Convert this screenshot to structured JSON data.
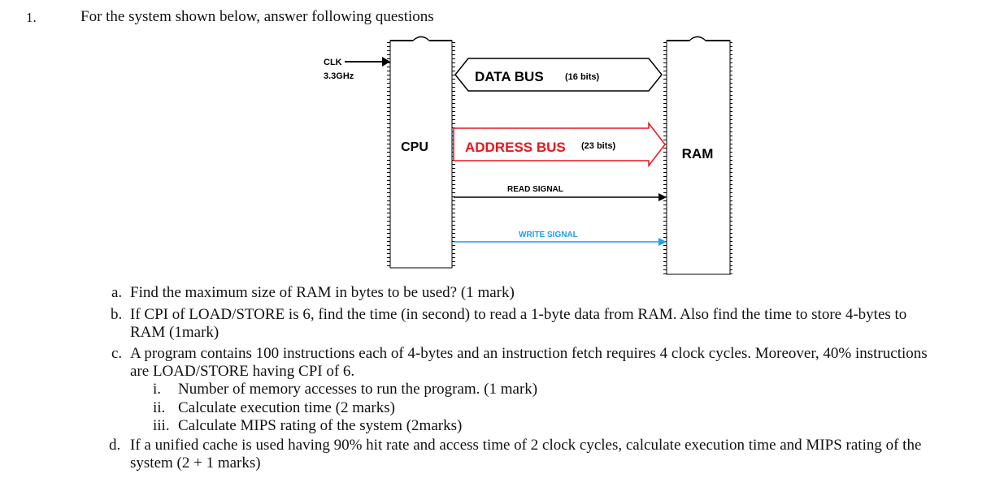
{
  "header": {
    "number": "1.",
    "intro": "For the system shown below, answer following questions"
  },
  "diagram": {
    "clk_label": "CLK",
    "clk_freq": "3.3GHz",
    "cpu_label": "CPU",
    "ram_label": "RAM",
    "data_bus": {
      "label": "DATA BUS",
      "width": "(16 bits)"
    },
    "address_bus": {
      "label": "ADDRESS BUS",
      "width": "(23 bits)"
    },
    "read_signal": "READ SIGNAL",
    "write_signal": "WRITE SIGNAL",
    "colors": {
      "address": "#e8161e",
      "write": "#1ea0e6",
      "default": "#000000"
    }
  },
  "questions": [
    {
      "label": "a.",
      "lines": [
        "Find the maximum size of RAM in bytes to be used? (1 mark)"
      ]
    },
    {
      "label": "b.",
      "lines": [
        "If CPI of LOAD/STORE is 6, find the time (in second) to read a 1-byte data from RAM. Also find the time to store 4-bytes to",
        "RAM (1mark)"
      ]
    },
    {
      "label": "c.",
      "lines": [
        "A program contains 100 instructions each of 4-bytes and an instruction fetch requires 4 clock cycles. Moreover, 40% instructions",
        "are LOAD/STORE having CPI of 6."
      ]
    },
    {
      "label": "i.",
      "lines": [
        "Number of memory accesses to run the program. (1 mark)"
      ]
    },
    {
      "label": "ii.",
      "lines": [
        "Calculate execution time (2 marks)"
      ]
    },
    {
      "label": "iii.",
      "lines": [
        "Calculate MIPS rating of the system (2marks)"
      ]
    },
    {
      "label": "d.",
      "lines": [
        "If a unified cache is used having 90% hit rate and access time of 2 clock cycles, calculate execution time and MIPS rating of the",
        "system (2 + 1 marks)"
      ]
    }
  ]
}
